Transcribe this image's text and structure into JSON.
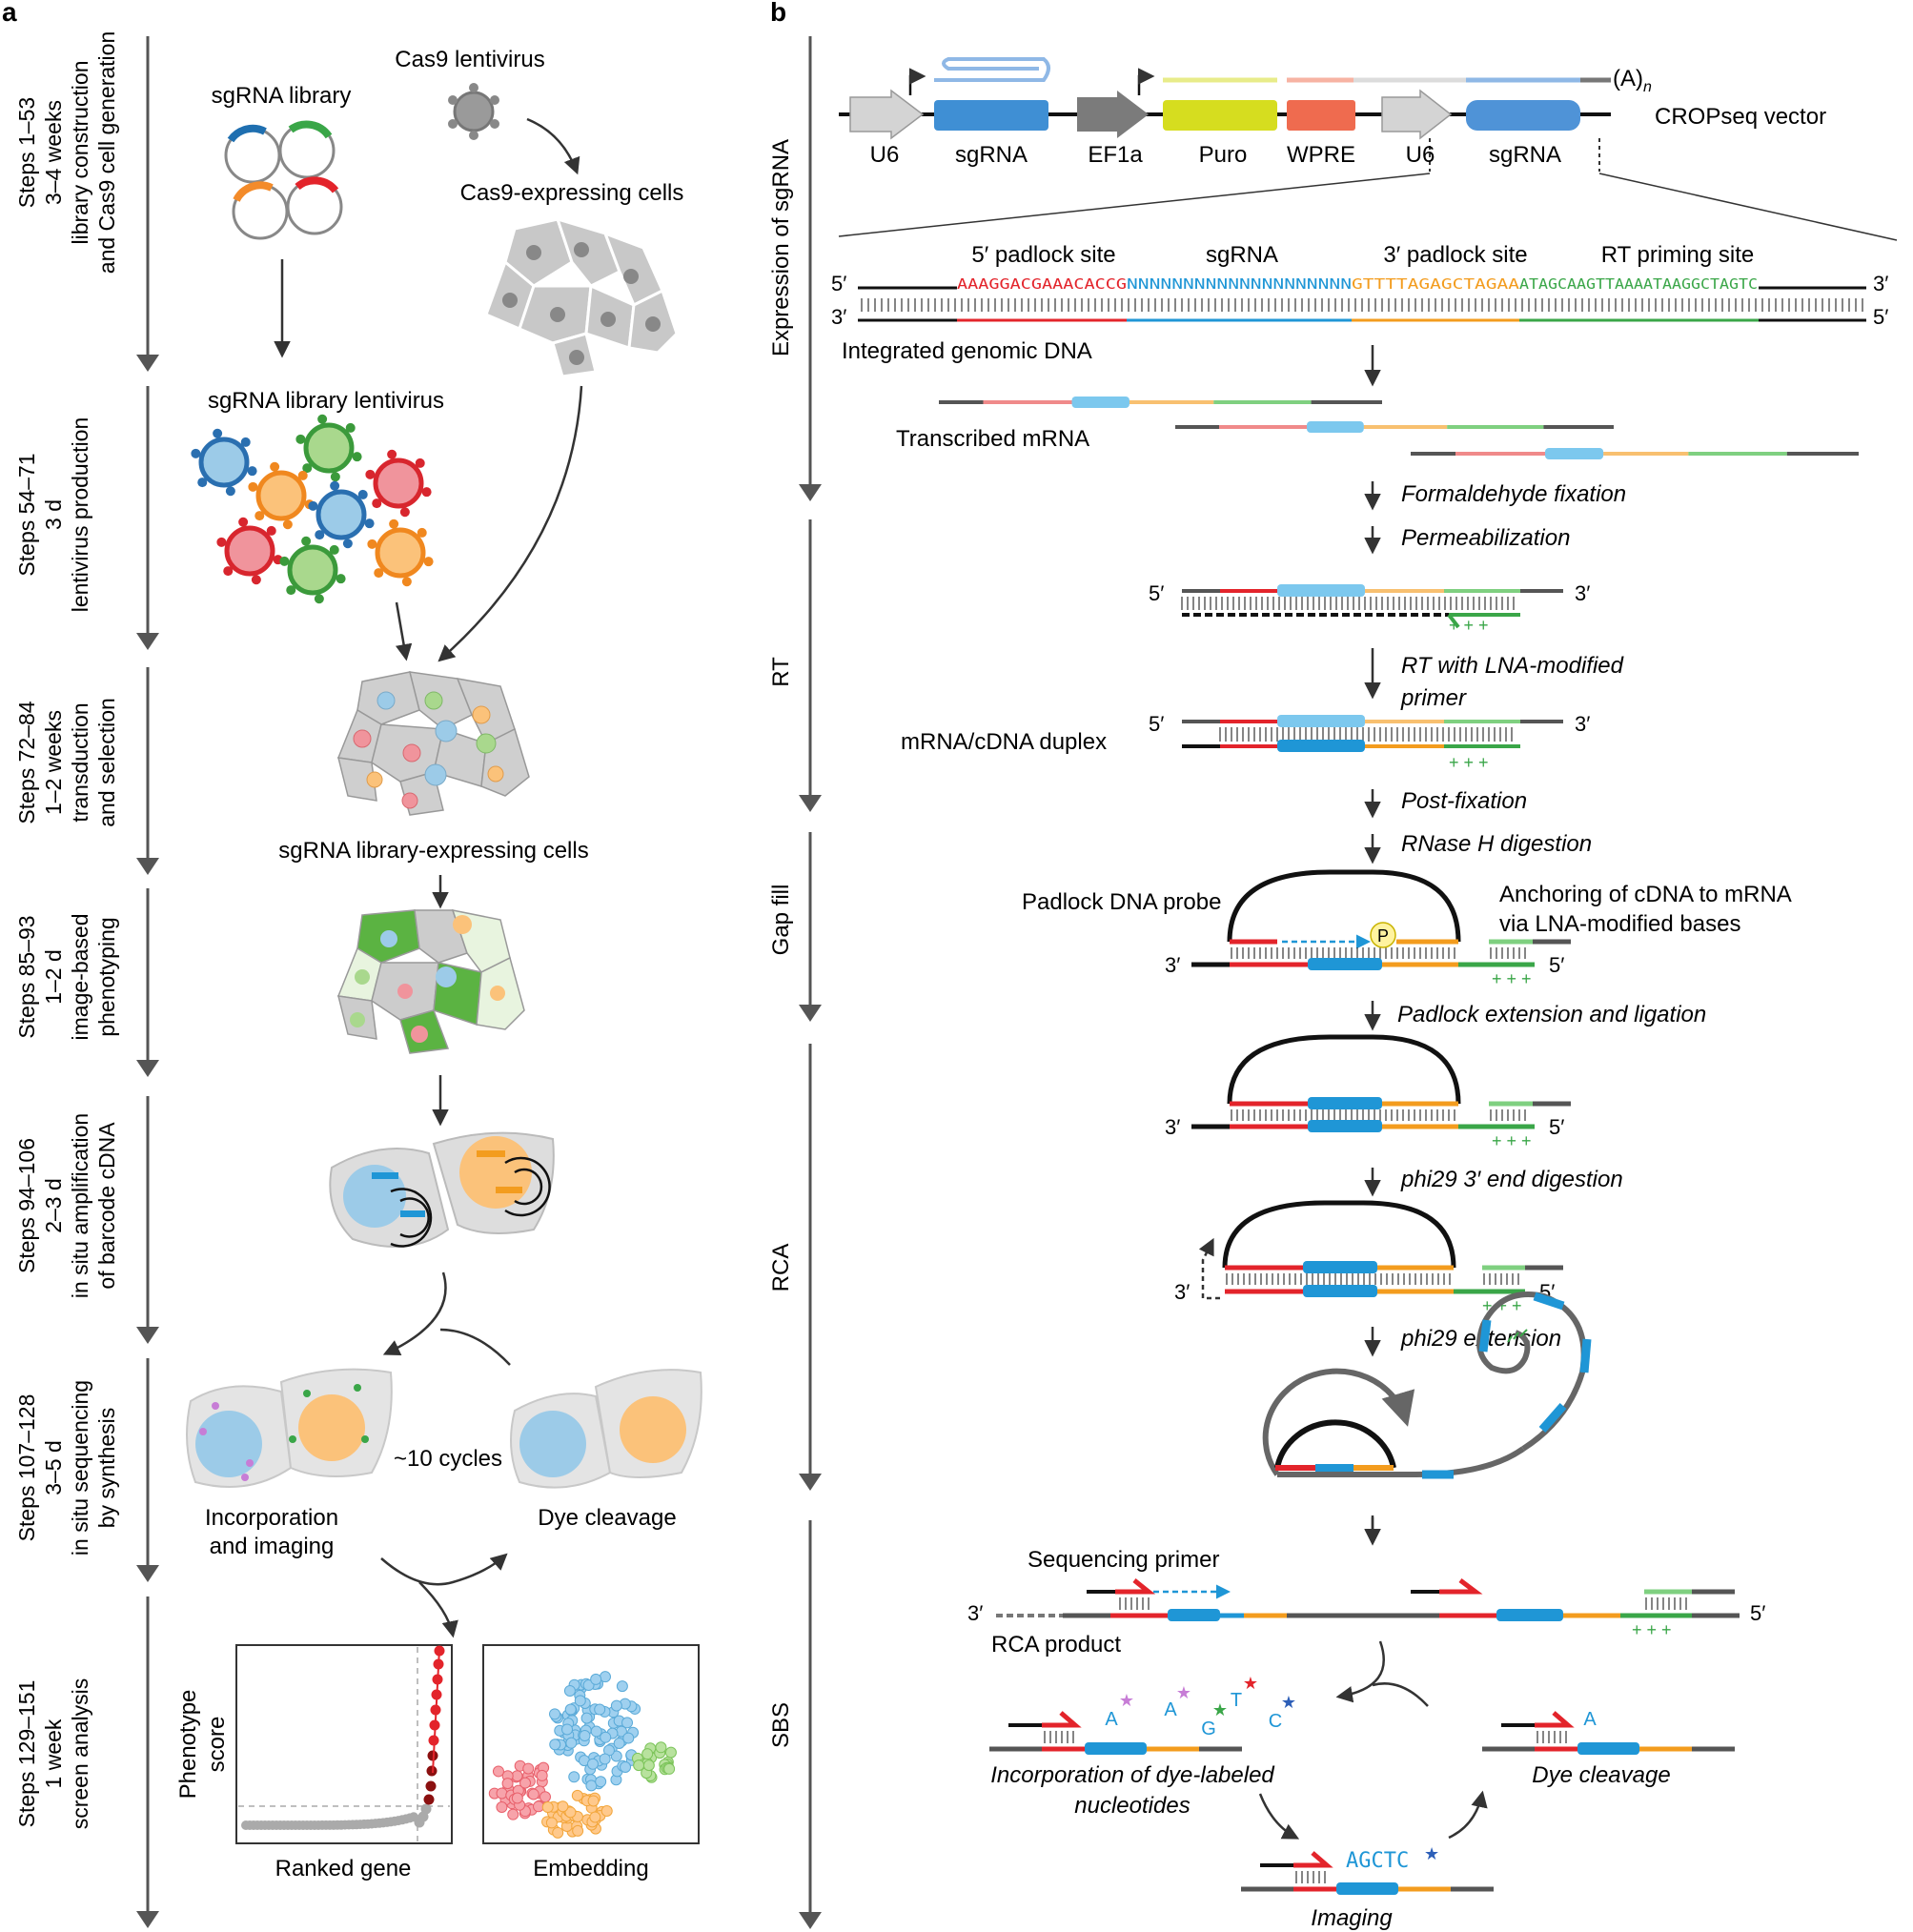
{
  "panels": {
    "a": "a",
    "b": "b"
  },
  "panel_a": {
    "steps": [
      [
        "Steps 1–53",
        "3–4 weeks",
        "library construction",
        "and Cas9 cell generation"
      ],
      [
        "Steps 54–71",
        "3 d",
        "lentivirus production"
      ],
      [
        "Steps 72–84",
        "1–2 weeks",
        "transduction",
        "and selection"
      ],
      [
        "Steps 85–93",
        "1–2 d",
        "image-based",
        "phenotyping"
      ],
      [
        "Steps 94–106",
        "2–3 d",
        "in situ amplification",
        "of barcode cDNA"
      ],
      [
        "Steps 107–128",
        "3–5 d",
        "in situ sequencing",
        "by synthesis"
      ],
      [
        "Steps 129–151",
        "1 week",
        "screen analysis"
      ]
    ],
    "labels": {
      "sgrna_library": "sgRNA library",
      "cas9_lentivirus": "Cas9 lentivirus",
      "cas9_cells": "Cas9-expressing cells",
      "sgrna_lentivirus": "sgRNA library lentivirus",
      "sgrna_cells": "sgRNA library-expressing cells",
      "incorporation_1": "Incorporation",
      "incorporation_2": "and imaging",
      "cycles": "~10 cycles",
      "dye_cleavage": "Dye cleavage",
      "phenotype_1": "Phenotype",
      "phenotype_2": "score",
      "ranked_gene": "Ranked gene",
      "embedding": "Embedding"
    }
  },
  "panel_b": {
    "stages": [
      "Expression of sgRNA",
      "RT",
      "Gap fill",
      "RCA",
      "SBS"
    ],
    "vector": {
      "elements": [
        "U6",
        "sgRNA",
        "EF1a",
        "Puro",
        "WPRE",
        "U6",
        "sgRNA"
      ],
      "polyA": "(A)",
      "polyA_sub": "n",
      "name": "CROPseq vector"
    },
    "sequence": {
      "five_prime": "5′",
      "three_prime": "3′",
      "headers": [
        "5′ padlock site",
        "sgRNA",
        "3′ padlock site",
        "RT priming site"
      ],
      "seg_red": "AAAGGACGAAACACCG",
      "seg_blue": "NNNNNNNNNNNNNNNNNNNN",
      "seg_orange": "GTTTTAGAGCTAGAA",
      "seg_green": "ATAGCAAGTTAAAATAAGGCTAGTC",
      "genomic": "Integrated genomic DNA"
    },
    "labels": {
      "transcribed": "Transcribed mRNA",
      "mrna_cdna": "mRNA/cDNA duplex",
      "padlock_probe": "Padlock DNA probe",
      "anchoring_1": "Anchoring of cDNA to mRNA",
      "anchoring_2": "via LNA-modified bases",
      "phos": "P",
      "plus": "+ + +",
      "seq_primer": "Sequencing primer",
      "rca_product": "RCA product",
      "incorp_1": "Incorporation of dye-labeled",
      "incorp_2": "nucleotides",
      "dye_cleavage": "Dye cleavage",
      "imaging": "Imaging",
      "read": "AGCTC",
      "nuc_A": "A",
      "nuc_G": "G",
      "nuc_T": "T",
      "nuc_C": "C"
    },
    "process_steps": [
      "Formaldehyde fixation",
      "Permeabilization",
      "RT with LNA-modified",
      "primer",
      "Post-fixation",
      "RNase H digestion",
      "Padlock extension and ligation",
      "phi29 3′ end digestion",
      "phi29 extension"
    ]
  },
  "chart_data": [
    {
      "type": "scatter",
      "title": "",
      "xlabel": "Ranked gene",
      "ylabel": "Phenotype score",
      "note": "ranked phenotype score curve; top-ranked hits highlighted in red"
    },
    {
      "type": "scatter",
      "title": "",
      "xlabel": "Embedding",
      "ylabel": "",
      "series": [
        {
          "color": "#5aaad8"
        },
        {
          "color": "#e8606b"
        },
        {
          "color": "#f2a53a"
        },
        {
          "color": "#7cc45a"
        }
      ]
    }
  ],
  "colors": {
    "red": "#e3242b",
    "blue": "#1f96d6",
    "orange": "#f39c1e",
    "green": "#3aa648",
    "dark": "#555555"
  }
}
